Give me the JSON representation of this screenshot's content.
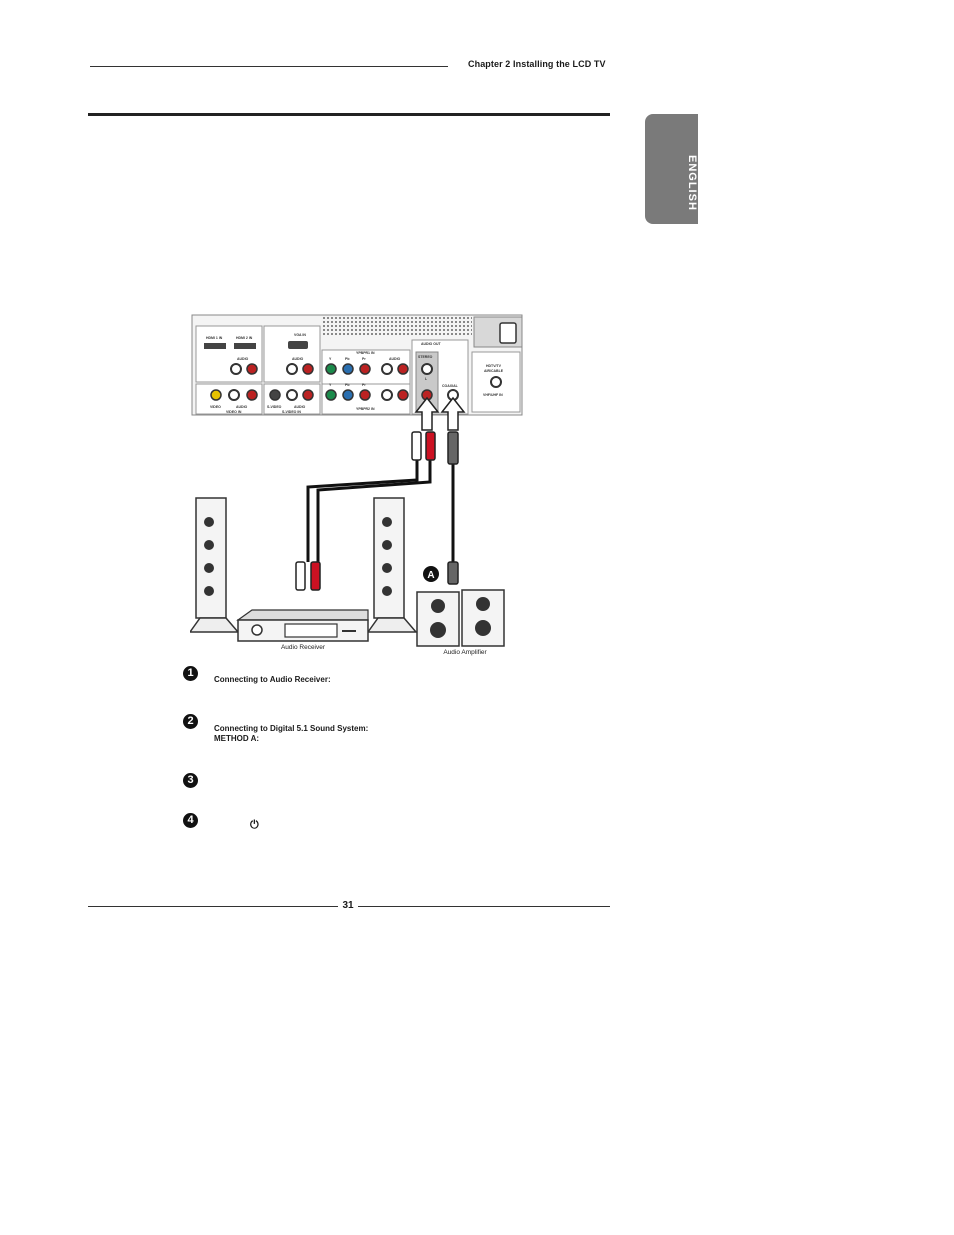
{
  "header": {
    "chapter_title": "Chapter 2 Installing the LCD TV"
  },
  "side_tab": {
    "label": "ENGLISH"
  },
  "diagram": {
    "panel_labels": {
      "hdmi1": "HDMI 1 IN",
      "hdmi2": "HDMI 2 IN",
      "vga": "VGA IN",
      "audio1": "AUDIO",
      "audio2": "AUDIO",
      "ypbpr1": "YPBPR1 IN",
      "ypbpr2": "YPBPR2 IN",
      "audio_out": "AUDIO OUT",
      "stereo": "STEREO",
      "coaxial": "COAXIAL",
      "hdtv": "HDTV/TV",
      "air_cable": "AIR/CABLE",
      "vhf_uhf": "VHF/UHF IN",
      "video": "VIDEO",
      "svideo": "S-VIDEO",
      "video_in": "VIDEO IN",
      "svideo_in": "S-VIDEO IN",
      "audio3": "AUDIO",
      "audio4": "AUDIO",
      "audio5": "AUDIO",
      "y1": "Y",
      "pb1": "Pb",
      "pr1": "Pr",
      "y2": "Y",
      "pb2": "Pb",
      "pr2": "Pr",
      "l": "L",
      "r": "R"
    },
    "marker_a": "A",
    "receiver_label": "Audio Receiver",
    "amplifier_label": "Audio Amplifier"
  },
  "steps": [
    {
      "number": "1",
      "lines": [
        "Connecting to Audio Receiver:"
      ]
    },
    {
      "number": "2",
      "lines": [
        "Connecting to Digital 5.1 Sound System:",
        "METHOD A:"
      ]
    },
    {
      "number": "3",
      "lines": []
    },
    {
      "number": "4",
      "lines": [
        "⏻"
      ]
    }
  ],
  "footer": {
    "page_number": "31"
  }
}
